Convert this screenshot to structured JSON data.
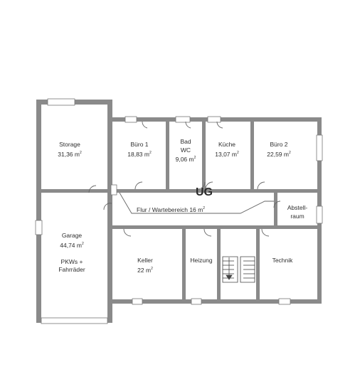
{
  "floor_label": "UG",
  "rooms": {
    "storage": {
      "name": "Storage",
      "area": "31,36 m",
      "unit_sup": "2"
    },
    "buero1": {
      "name": "Büro 1",
      "area": "18,83 m",
      "unit_sup": "2"
    },
    "bad": {
      "name_line1": "Bad",
      "name_line2": "WC",
      "area": "9,06 m",
      "unit_sup": "2"
    },
    "kueche": {
      "name": "Küche",
      "area": "13,07 m",
      "unit_sup": "2"
    },
    "buero2": {
      "name": "Büro 2",
      "area": "22,59 m",
      "unit_sup": "2"
    },
    "abstellraum": {
      "name_line1": "Abstell-",
      "name_line2": "raum"
    },
    "flur": {
      "name": "Flur / Wartebereich 16 m",
      "unit_sup": "2"
    },
    "garage": {
      "name": "Garage",
      "area": "44,74 m",
      "unit_sup": "2",
      "note_line1": "PKWs +",
      "note_line2": "Fahrräder"
    },
    "keller": {
      "name": "Keller",
      "area": "22 m",
      "unit_sup": "2"
    },
    "heizung": {
      "name": "Heizung"
    },
    "technik": {
      "name": "Technik"
    }
  },
  "colors": {
    "wall": "#8a8a8a",
    "line": "#666666",
    "text": "#2e2e2e",
    "background": "#ffffff"
  }
}
